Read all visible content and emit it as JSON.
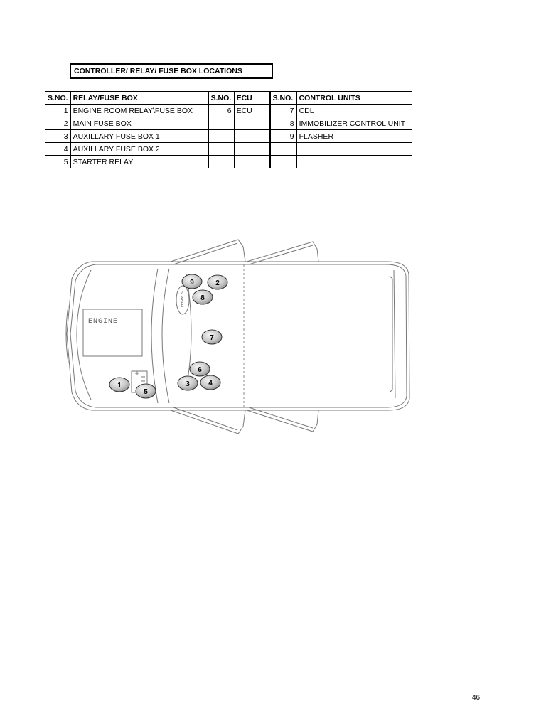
{
  "title": "CONTROLLER/ RELAY/ FUSE BOX LOCATIONS",
  "table": {
    "headers": [
      "S.NO.",
      "RELAY/FUSE BOX",
      "S.NO.",
      "ECU",
      "S.NO.",
      "CONTROL UNITS"
    ],
    "rows": [
      [
        "1",
        "ENGINE ROOM RELAY\\FUSE BOX",
        "6",
        "ECU",
        "7",
        "CDL"
      ],
      [
        "2",
        "MAIN FUSE BOX",
        "",
        "",
        "8",
        "IMMOBILIZER CONTROL UNIT"
      ],
      [
        "3",
        "AUXILLARY FUSE BOX 1",
        "",
        "",
        "9",
        "FLASHER"
      ],
      [
        "4",
        "AUXILLARY FUSE BOX 2",
        "",
        "",
        "",
        ""
      ],
      [
        "5",
        "STARTER RELAY",
        "",
        "",
        "",
        ""
      ]
    ]
  },
  "diagram": {
    "engine_label": "ENGINE",
    "steering_label": "S. WHEEL",
    "markers": [
      "1",
      "2",
      "3",
      "4",
      "5",
      "6",
      "7",
      "8",
      "9"
    ]
  },
  "page_number": "46"
}
